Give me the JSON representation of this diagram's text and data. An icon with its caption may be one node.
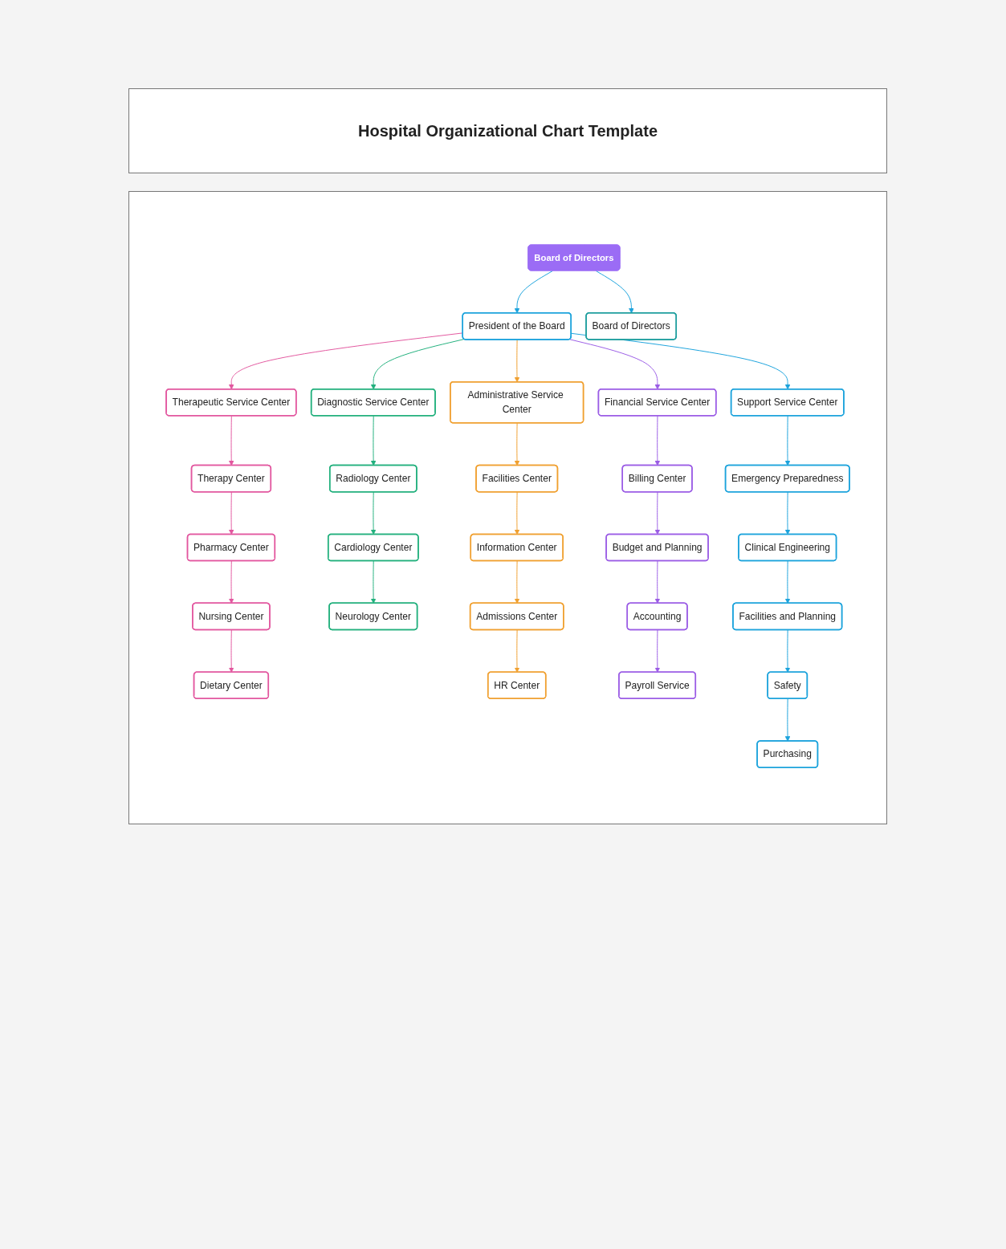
{
  "diagram": {
    "title": "Hospital Organizational Chart Template",
    "nodes": [
      {
        "text": [
          "Board of Directors"
        ]
      },
      {
        "text": [
          "President of the Board"
        ]
      },
      {
        "text": [
          "Board of Directors"
        ]
      },
      {
        "text": [
          "Therapeutic Service Center"
        ]
      },
      {
        "text": [
          "Diagnostic Service Center"
        ]
      },
      {
        "text": [
          "Administrative Service Center"
        ]
      },
      {
        "text": [
          "Financial Service Center"
        ]
      },
      {
        "text": [
          "Support Service Center"
        ]
      },
      {
        "text": [
          "Therapy Center"
        ]
      },
      {
        "text": [
          "Pharmacy Center"
        ]
      },
      {
        "text": [
          "Nursing Center"
        ]
      },
      {
        "text": [
          "Dietary Center"
        ]
      },
      {
        "text": [
          "Radiology Center"
        ]
      },
      {
        "text": [
          "Cardiology Center"
        ]
      },
      {
        "text": [
          "Neurology Center"
        ]
      },
      {
        "text": [
          "Facilities Center"
        ]
      },
      {
        "text": [
          "Information Center"
        ]
      },
      {
        "text": [
          "Admissions Center"
        ]
      },
      {
        "text": [
          "HR Center"
        ]
      },
      {
        "text": [
          "Billing Center"
        ]
      },
      {
        "text": [
          "Budget and Planning"
        ]
      },
      {
        "text": [
          "Accounting"
        ]
      },
      {
        "text": [
          "Payroll Service"
        ]
      },
      {
        "text": [
          "Emergency Preparedness"
        ]
      },
      {
        "text": [
          "Clinical Engineering"
        ]
      },
      {
        "text": [
          "Facilities and Planning"
        ]
      },
      {
        "text": [
          "Safety"
        ]
      },
      {
        "text": [
          "Purchasing"
        ]
      }
    ],
    "edges": [
      {
        "from": 0,
        "to": 1,
        "arrow": "to"
      },
      {
        "from": 0,
        "to": 2,
        "arrow": "to"
      },
      {
        "from": 1,
        "to": 3,
        "arrow": "to",
        "color": "#e2579f"
      },
      {
        "from": 1,
        "to": 4,
        "arrow": "to",
        "color": "#22b07d"
      },
      {
        "from": 1,
        "to": 5,
        "arrow": "to",
        "color": "#f0a030"
      },
      {
        "from": 1,
        "to": 6,
        "arrow": "to",
        "color": "#9b5de5"
      },
      {
        "from": 1,
        "to": 7,
        "arrow": "to"
      },
      {
        "from": 3,
        "to": 8,
        "arrow": "to",
        "color": "#e2579f"
      },
      {
        "from": 8,
        "to": 9,
        "arrow": "to",
        "color": "#e2579f"
      },
      {
        "from": 9,
        "to": 10,
        "arrow": "to",
        "color": "#e2579f"
      },
      {
        "from": 10,
        "to": 11,
        "arrow": "to",
        "color": "#e2579f"
      },
      {
        "from": 4,
        "to": 12,
        "arrow": "to",
        "color": "#22b07d"
      },
      {
        "from": 12,
        "to": 13,
        "arrow": "to",
        "color": "#22b07d"
      },
      {
        "from": 13,
        "to": 14,
        "arrow": "to",
        "color": "#22b07d"
      },
      {
        "from": 5,
        "to": 15,
        "arrow": "to",
        "color": "#f0a030"
      },
      {
        "from": 15,
        "to": 16,
        "arrow": "to",
        "color": "#f0a030"
      },
      {
        "from": 16,
        "to": 17,
        "arrow": "to",
        "color": "#f0a030"
      },
      {
        "from": 17,
        "to": 18,
        "arrow": "to",
        "color": "#f0a030"
      },
      {
        "from": 6,
        "to": 19,
        "arrow": "to",
        "color": "#9b5de5"
      },
      {
        "from": 19,
        "to": 20,
        "arrow": "to",
        "color": "#9b5de5"
      },
      {
        "from": 20,
        "to": 21,
        "arrow": "to",
        "color": "#9b5de5"
      },
      {
        "from": 21,
        "to": 22,
        "arrow": "to",
        "color": "#9b5de5"
      },
      {
        "from": 7,
        "to": 23,
        "arrow": "to"
      },
      {
        "from": 23,
        "to": 24,
        "arrow": "to"
      },
      {
        "from": 24,
        "to": 25,
        "arrow": "to"
      },
      {
        "from": 25,
        "to": 26,
        "arrow": "to"
      },
      {
        "from": 26,
        "to": 27,
        "arrow": "to"
      }
    ]
  }
}
